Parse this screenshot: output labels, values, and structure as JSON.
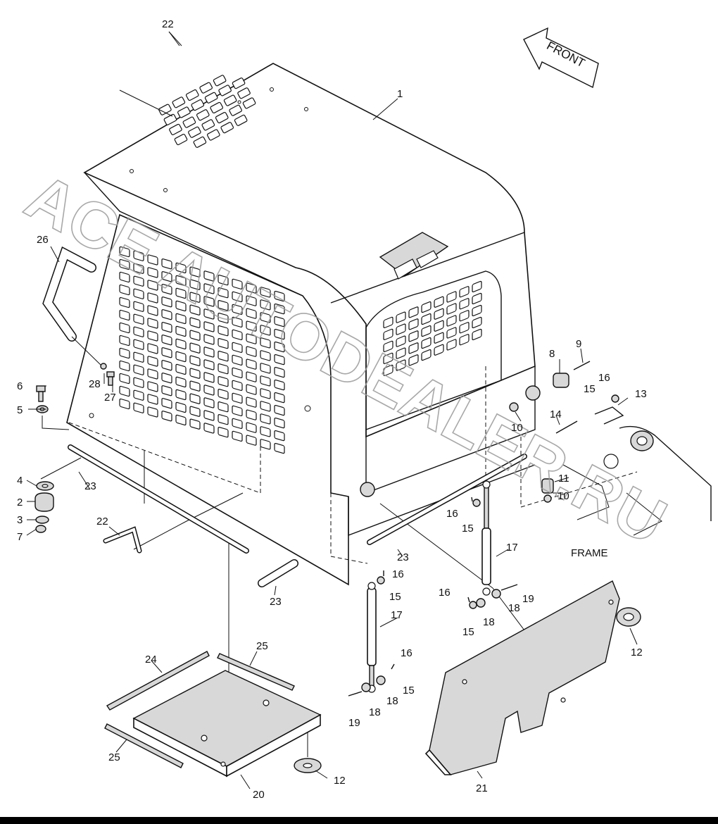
{
  "diagram": {
    "direction_label": "FRONT",
    "frame_label": "FRAME",
    "watermark": "ACE AUTODEALER.RU",
    "callouts": [
      {
        "id": "c1",
        "text": "1"
      },
      {
        "id": "c2",
        "text": "2"
      },
      {
        "id": "c3",
        "text": "3"
      },
      {
        "id": "c4",
        "text": "4"
      },
      {
        "id": "c5",
        "text": "5"
      },
      {
        "id": "c6",
        "text": "6"
      },
      {
        "id": "c7",
        "text": "7"
      },
      {
        "id": "c8",
        "text": "8"
      },
      {
        "id": "c9",
        "text": "9"
      },
      {
        "id": "c10a",
        "text": "10"
      },
      {
        "id": "c10b",
        "text": "10"
      },
      {
        "id": "c11",
        "text": "11"
      },
      {
        "id": "c12a",
        "text": "12"
      },
      {
        "id": "c12b",
        "text": "12"
      },
      {
        "id": "c13",
        "text": "13"
      },
      {
        "id": "c14",
        "text": "14"
      },
      {
        "id": "c15a",
        "text": "15"
      },
      {
        "id": "c15b",
        "text": "15"
      },
      {
        "id": "c15c",
        "text": "15"
      },
      {
        "id": "c15d",
        "text": "15"
      },
      {
        "id": "c15e",
        "text": "15"
      },
      {
        "id": "c16a",
        "text": "16"
      },
      {
        "id": "c16b",
        "text": "16"
      },
      {
        "id": "c16c",
        "text": "16"
      },
      {
        "id": "c16d",
        "text": "16"
      },
      {
        "id": "c16e",
        "text": "16"
      },
      {
        "id": "c17a",
        "text": "17"
      },
      {
        "id": "c17b",
        "text": "17"
      },
      {
        "id": "c18a",
        "text": "18"
      },
      {
        "id": "c18b",
        "text": "18"
      },
      {
        "id": "c18c",
        "text": "18"
      },
      {
        "id": "c18d",
        "text": "18"
      },
      {
        "id": "c19a",
        "text": "19"
      },
      {
        "id": "c19b",
        "text": "19"
      },
      {
        "id": "c20",
        "text": "20"
      },
      {
        "id": "c21",
        "text": "21"
      },
      {
        "id": "c22a",
        "text": "22"
      },
      {
        "id": "c22b",
        "text": "22"
      },
      {
        "id": "c23a",
        "text": "23"
      },
      {
        "id": "c23b",
        "text": "23"
      },
      {
        "id": "c23c",
        "text": "23"
      },
      {
        "id": "c24",
        "text": "24"
      },
      {
        "id": "c25a",
        "text": "25"
      },
      {
        "id": "c25b",
        "text": "25"
      },
      {
        "id": "c26",
        "text": "26"
      },
      {
        "id": "c27",
        "text": "27"
      },
      {
        "id": "c28",
        "text": "28"
      }
    ]
  }
}
